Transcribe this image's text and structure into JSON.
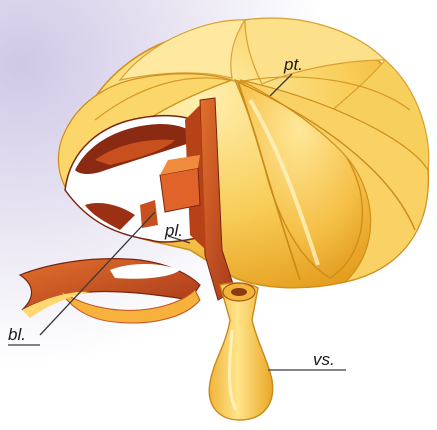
{
  "figure": {
    "labels": {
      "pt": "pt.",
      "pl": "pl.",
      "bl": "bl.",
      "vs": "vs."
    },
    "colors": {
      "background_wash": "#d9d4ea",
      "petal_light": "#ffe18a",
      "petal_mid": "#f6c24a",
      "petal_dark": "#e7a020",
      "cut_inner": "#c8501e",
      "cut_deep": "#8a2a12",
      "cavity_white": "#ffffff",
      "leader_line": "#3a3a3a"
    },
    "icons": [
      "insect-head-cutaway-diagram"
    ]
  }
}
